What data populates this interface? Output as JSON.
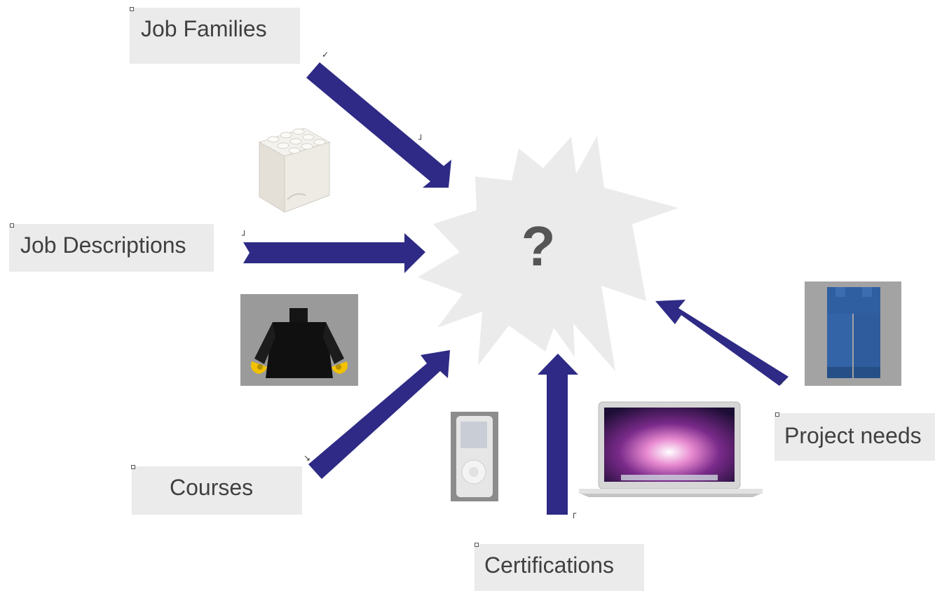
{
  "labels": {
    "job_families": "Job Families",
    "job_descriptions": "Job Descriptions",
    "courses": "Courses",
    "certifications": "Certifications",
    "project_needs": "Project needs"
  },
  "center": {
    "symbol": "?"
  },
  "colors": {
    "arrow": "#2e2a85",
    "burst": "#ebebeb",
    "label_bg": "#ebebeb",
    "text": "#404040"
  },
  "icons": [
    "lego-brick-icon",
    "lego-torso-icon",
    "ipod-icon",
    "laptop-icon",
    "lego-legs-icon"
  ]
}
